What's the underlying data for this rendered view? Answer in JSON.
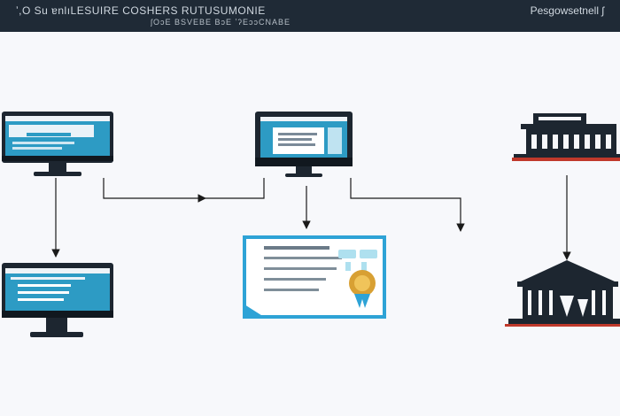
{
  "header": {
    "title": "ʼ,O Su ɐnlıLESUIRE COSHERS RUTUSUMONIE",
    "subtitle": "ʃOɔE  BSVEBE  BɔE  ʼʔEɔɔCNABE",
    "right_text": "Pesgowsetnell ʃ"
  },
  "colors": {
    "header_bg": "#1f2a36",
    "screen_blue": "#2d9bc4",
    "monitor_dark": "#1d2630",
    "accent_red": "#c0392b",
    "seal_gold": "#d8a033",
    "doc_border": "#2ea3d6",
    "connector": "#1a1a1a"
  },
  "diagram": {
    "nodes": [
      {
        "id": "computer-top-left",
        "icon": "computer-monitor-icon"
      },
      {
        "id": "computer-top-center",
        "icon": "computer-monitor-icon"
      },
      {
        "id": "institution-top-right",
        "icon": "government-building-icon"
      },
      {
        "id": "computer-bottom-left",
        "icon": "computer-monitor-icon"
      },
      {
        "id": "certificate-center",
        "icon": "certificate-document-icon"
      },
      {
        "id": "institution-bottom-right",
        "icon": "courthouse-building-icon"
      }
    ]
  }
}
